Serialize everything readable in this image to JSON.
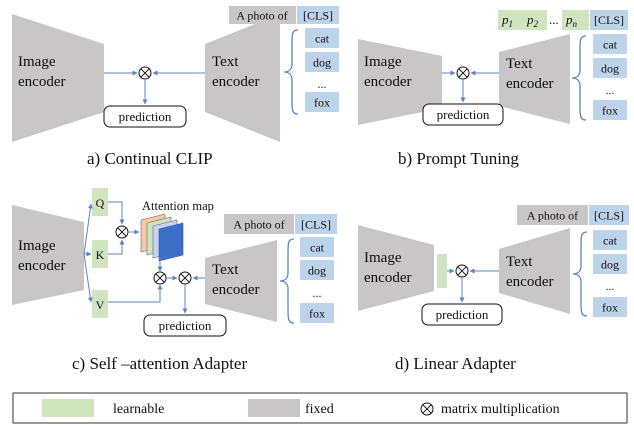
{
  "colors": {
    "fixed": "#c8c6c6",
    "learnable": "#cfe4bf",
    "token": "#bcd3ea",
    "arrow": "#5a86bf",
    "att1": "#f5c9a8",
    "att2": "#cfe3c4",
    "att3": "#c9d3ee",
    "att4": "#3e6fc6"
  },
  "panels": {
    "a": {
      "caption": "a)  Continual CLIP",
      "image_encoder": [
        "Image",
        "encoder"
      ],
      "text_encoder": [
        "Text",
        "encoder"
      ],
      "prompt": "A photo of",
      "cls": "[CLS]",
      "classes": [
        "cat",
        "dog",
        "...",
        "fox"
      ],
      "prediction": "prediction"
    },
    "b": {
      "caption": "b)  Prompt Tuning",
      "image_encoder": [
        "Image",
        "encoder"
      ],
      "text_encoder": [
        "Text",
        "encoder"
      ],
      "prompt_tokens": [
        "p1",
        "p2",
        "...",
        "pn"
      ],
      "cls": "[CLS]",
      "classes": [
        "cat",
        "dog",
        "...",
        "fox"
      ],
      "prediction": "prediction"
    },
    "c": {
      "caption": "c)  Self –attention Adapter",
      "image_encoder": [
        "Image",
        "encoder"
      ],
      "text_encoder": [
        "Text",
        "encoder"
      ],
      "qkv": [
        "Q",
        "K",
        "V"
      ],
      "attention_map": "Attention map",
      "prompt": "A photo of",
      "cls": "[CLS]",
      "classes": [
        "cat",
        "dog",
        "...",
        "fox"
      ],
      "prediction": "prediction"
    },
    "d": {
      "caption": "d)  Linear Adapter",
      "image_encoder": [
        "Image",
        "encoder"
      ],
      "text_encoder": [
        "Text",
        "encoder"
      ],
      "prompt": "A photo of",
      "cls": "[CLS]",
      "classes": [
        "cat",
        "dog",
        "...",
        "fox"
      ],
      "prediction": "prediction"
    }
  },
  "legend": {
    "learnable": "learnable",
    "fixed": "fixed",
    "matrix_mult": "matrix multiplication"
  }
}
